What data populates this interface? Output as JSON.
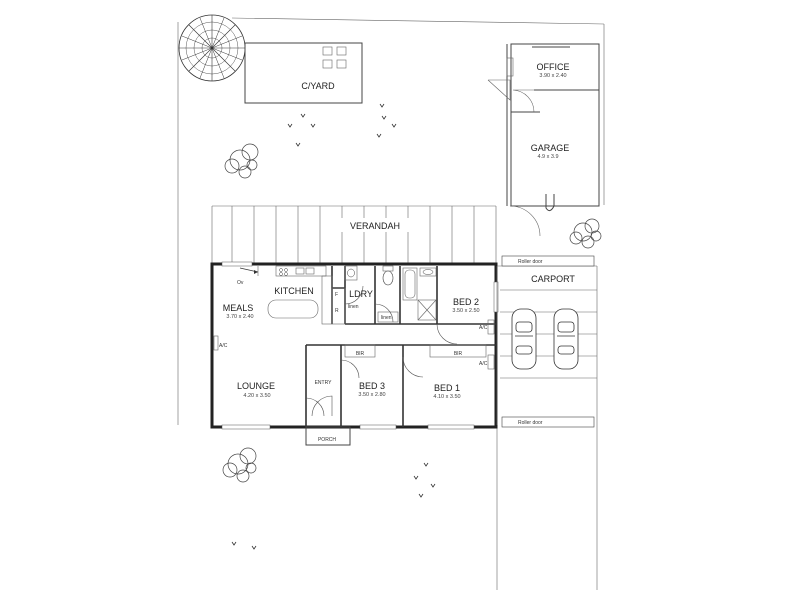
{
  "rooms": {
    "cyard": {
      "name": "C/YARD"
    },
    "office": {
      "name": "OFFICE",
      "size": "3.90 x 2.40"
    },
    "garage": {
      "name": "GARAGE",
      "size": "4.9 x 3.9"
    },
    "verandah": {
      "name": "VERANDAH"
    },
    "kitchen": {
      "name": "KITCHEN"
    },
    "ldry": {
      "name": "LDRY"
    },
    "meals": {
      "name": "MEALS",
      "size": "3.70 x 2.40"
    },
    "bed2": {
      "name": "BED 2",
      "size": "3.50 x 2.50"
    },
    "lounge": {
      "name": "LOUNGE",
      "size": "4.20 x 3.50"
    },
    "entry": {
      "name": "ENTRY"
    },
    "bed3": {
      "name": "BED 3",
      "size": "3.50 x 2.80"
    },
    "bed1": {
      "name": "BED 1",
      "size": "4.10 x 3.50"
    },
    "porch": {
      "name": "PORCH"
    },
    "carport": {
      "name": "CARPORT"
    }
  },
  "labels": {
    "bir_bed3": "BIR",
    "bir_bed1": "BIR",
    "ac_meals": "A/C",
    "ac_bed2": "A/C",
    "ac_bed1": "A/C",
    "ov": "Ov",
    "f": "F",
    "r": "R",
    "linen": "linen",
    "linen2": "linen",
    "roller_top": "Roller door",
    "roller_bottom": "Roller door"
  }
}
